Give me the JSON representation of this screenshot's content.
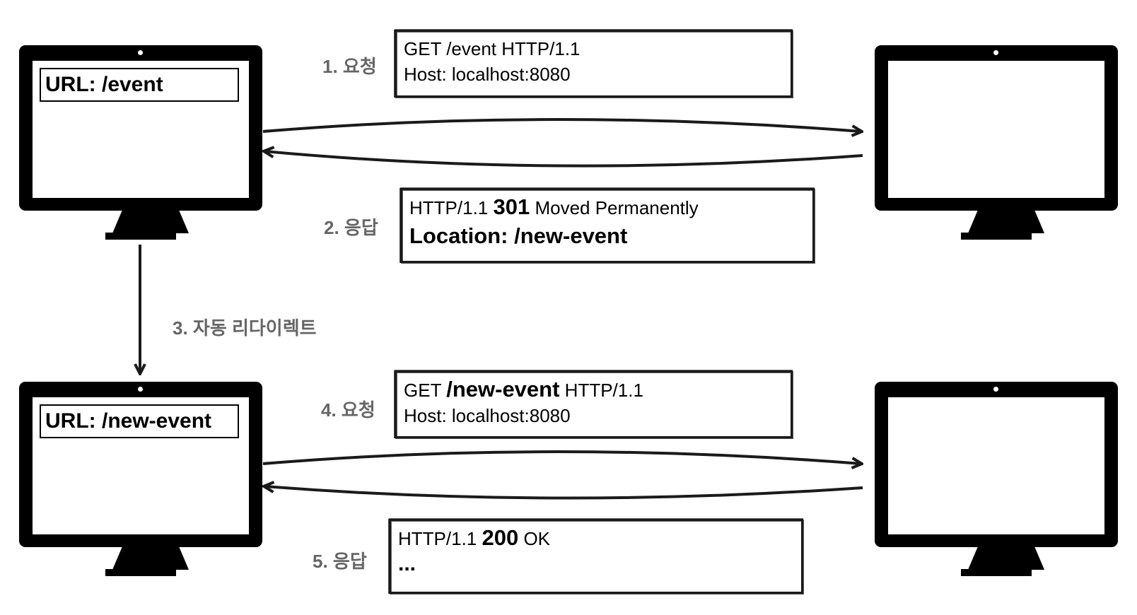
{
  "client_top": {
    "url_text": "URL: /event"
  },
  "client_bottom": {
    "url_text": "URL: /new-event"
  },
  "steps": {
    "request1": "1. 요청",
    "response2": "2. 응답",
    "redirect3": "3. 자동 리다이렉트",
    "request4": "4. 요청",
    "response5": "5. 응답"
  },
  "request1": {
    "line1": "GET /event HTTP/1.1",
    "line2": "Host: localhost:8080"
  },
  "response2": {
    "version": "HTTP/1.1",
    "status_code": "301",
    "status_text": "Moved Permanently",
    "location": "Location: /new-event"
  },
  "request4": {
    "method": "GET",
    "path": "/new-event",
    "version": "HTTP/1.1",
    "host": "Host: localhost:8080"
  },
  "response5": {
    "version": "HTTP/1.1",
    "status_code": "200",
    "status_text": "OK",
    "body": "..."
  },
  "colors": {
    "monitor": "#000000",
    "step_label": "#666666",
    "arrow": "#1a1a1a"
  }
}
